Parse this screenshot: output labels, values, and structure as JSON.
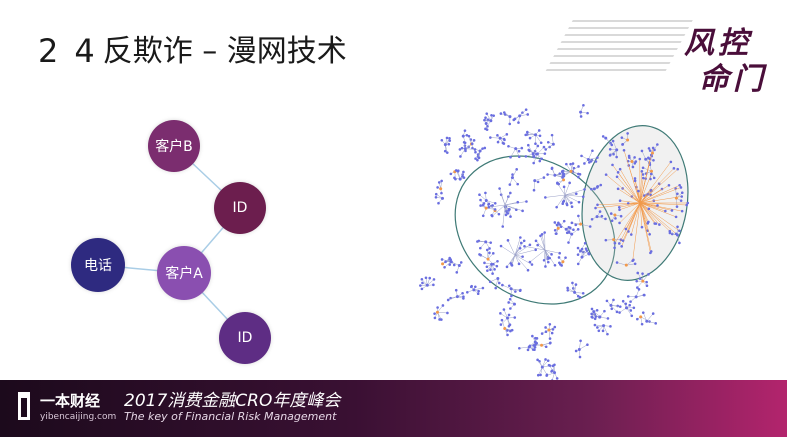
{
  "slide": {
    "num1": "2",
    "num2": "4",
    "title": "反欺诈 – 漫网技术"
  },
  "brand": {
    "line1": "风控",
    "line2": "命门"
  },
  "diagram": {
    "nodes": [
      {
        "id": "customer_b",
        "label": "客户B",
        "color": "#7b2d6f"
      },
      {
        "id": "id_top",
        "label": "ID",
        "color": "#6c1e4e"
      },
      {
        "id": "phone",
        "label": "电话",
        "color": "#2e2a80"
      },
      {
        "id": "customer_a",
        "label": "客户A",
        "color": "#8a4fb0"
      },
      {
        "id": "id_bottom",
        "label": "ID",
        "color": "#5e2d84"
      }
    ],
    "edges": [
      [
        "customer_b",
        "id_top"
      ],
      [
        "id_top",
        "customer_a"
      ],
      [
        "phone",
        "customer_a"
      ],
      [
        "customer_a",
        "id_bottom"
      ]
    ],
    "link_color": "#a9cde6"
  },
  "network": {
    "node_color": "#6a6ee0",
    "hub_edge_color": "#f2994a",
    "ring_color": "#3f7a76"
  },
  "footer": {
    "logo_name": "一本财经",
    "logo_url": "yibencaijing.com",
    "event_title": "2017消费金融CRO年度峰会",
    "event_subtitle": "The key of Financial Risk Management"
  }
}
